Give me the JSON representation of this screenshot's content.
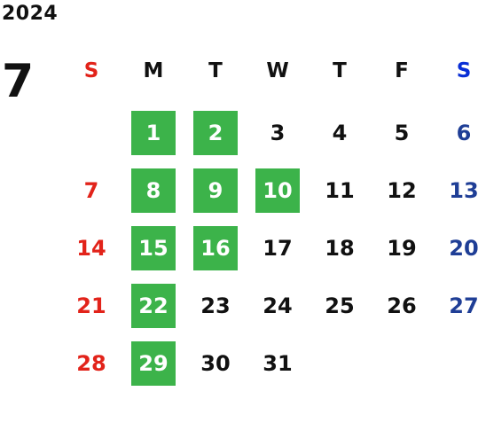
{
  "calendar": {
    "year": "2024",
    "month": "7",
    "weekday_headers": [
      "S",
      "M",
      "T",
      "W",
      "T",
      "F",
      "S"
    ],
    "leading_blank_days": 1,
    "days": [
      {
        "label": "1",
        "highlighted": true
      },
      {
        "label": "2",
        "highlighted": true
      },
      {
        "label": "3",
        "highlighted": false
      },
      {
        "label": "4",
        "highlighted": false
      },
      {
        "label": "5",
        "highlighted": false
      },
      {
        "label": "6",
        "highlighted": false
      },
      {
        "label": "7",
        "highlighted": false
      },
      {
        "label": "8",
        "highlighted": true
      },
      {
        "label": "9",
        "highlighted": true
      },
      {
        "label": "10",
        "highlighted": true
      },
      {
        "label": "11",
        "highlighted": false
      },
      {
        "label": "12",
        "highlighted": false
      },
      {
        "label": "13",
        "highlighted": false
      },
      {
        "label": "14",
        "highlighted": false
      },
      {
        "label": "15",
        "highlighted": true
      },
      {
        "label": "16",
        "highlighted": true
      },
      {
        "label": "17",
        "highlighted": false
      },
      {
        "label": "18",
        "highlighted": false
      },
      {
        "label": "19",
        "highlighted": false
      },
      {
        "label": "20",
        "highlighted": false
      },
      {
        "label": "21",
        "highlighted": false
      },
      {
        "label": "22",
        "highlighted": true
      },
      {
        "label": "23",
        "highlighted": false
      },
      {
        "label": "24",
        "highlighted": false
      },
      {
        "label": "25",
        "highlighted": false
      },
      {
        "label": "26",
        "highlighted": false
      },
      {
        "label": "27",
        "highlighted": false
      },
      {
        "label": "28",
        "highlighted": false
      },
      {
        "label": "29",
        "highlighted": true
      },
      {
        "label": "30",
        "highlighted": false
      },
      {
        "label": "31",
        "highlighted": false
      }
    ]
  },
  "colors": {
    "highlight": "#3cb34a",
    "sunday": "#e2231a",
    "saturday_header": "#0a2fd6",
    "saturday": "#1f3e96",
    "text": "#111111"
  }
}
